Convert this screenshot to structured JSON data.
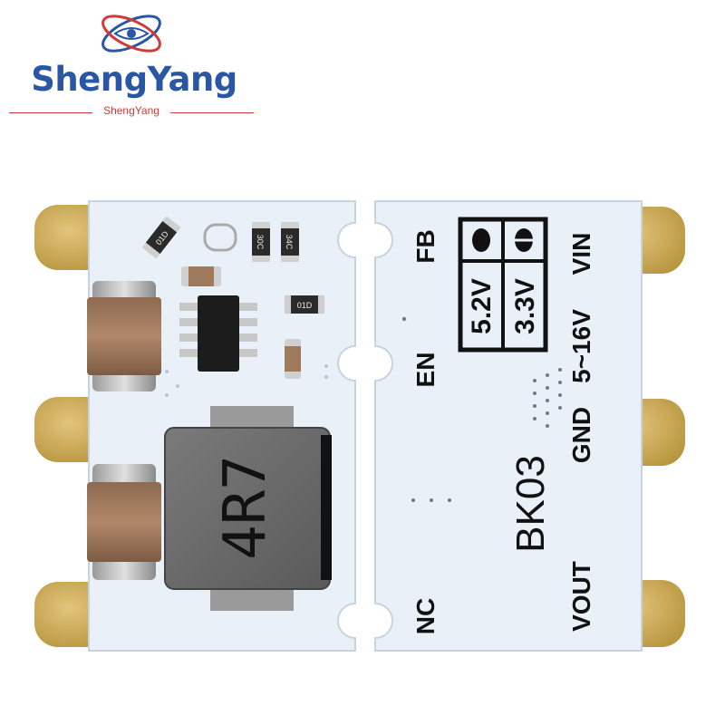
{
  "brand": {
    "name": "ShengYang",
    "tagline": "ShengYang",
    "colors": {
      "primary": "#2a56a6",
      "accent": "#d23a3a"
    }
  },
  "board": {
    "model": "BK03",
    "inductor_marking": "4R7",
    "pins": {
      "fb": "FB",
      "en": "EN",
      "nc": "NC",
      "vin": "VIN",
      "gnd": "GND",
      "vout": "VOUT"
    },
    "input_range": "5~16V",
    "voltage_options": [
      "5.2V",
      "3.3V"
    ],
    "resistor_markings": [
      "01D",
      "30C",
      "34C",
      "01D"
    ],
    "colors": {
      "pcb": "#e9f0f8",
      "pad": "#c9a85a",
      "silkscreen": "#111111"
    }
  }
}
